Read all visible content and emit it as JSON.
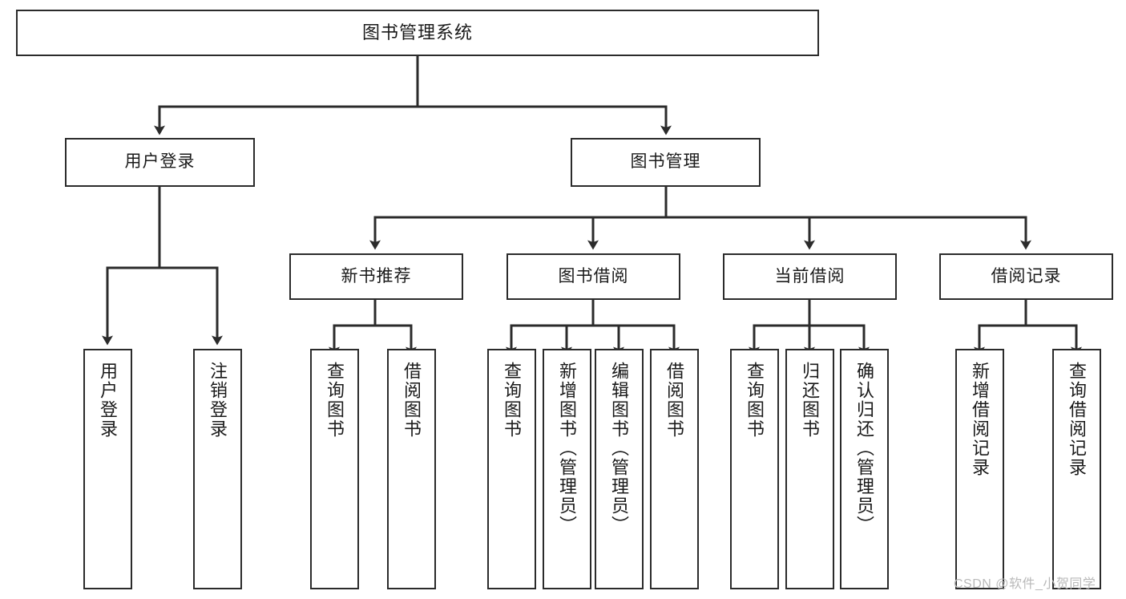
{
  "diagram": {
    "title": "图书管理系统",
    "watermark": "CSDN @软件_小贺同学",
    "colors": {
      "box_border": "#2b2b2b",
      "box_fill": "#ffffff",
      "connector": "#2b2b2b",
      "text": "#1a1a1a",
      "watermark": "#b9b9b9"
    },
    "nodes": {
      "root": {
        "label": "图书管理系统"
      },
      "level2": [
        {
          "label": "用户登录"
        },
        {
          "label": "图书管理"
        }
      ],
      "level3": [
        {
          "label": "新书推荐"
        },
        {
          "label": "图书借阅"
        },
        {
          "label": "当前借阅"
        },
        {
          "label": "借阅记录"
        }
      ],
      "leaves_user_login": [
        {
          "label": "用户登录"
        },
        {
          "label": "注销登录"
        }
      ],
      "leaves_new_book": [
        {
          "label": "查询图书"
        },
        {
          "label": "借阅图书"
        }
      ],
      "leaves_borrow": [
        {
          "label": "查询图书"
        },
        {
          "label": "新增图书（管理员）"
        },
        {
          "label": "编辑图书（管理员）"
        },
        {
          "label": "借阅图书"
        }
      ],
      "leaves_current": [
        {
          "label": "查询图书"
        },
        {
          "label": "归还图书"
        },
        {
          "label": "确认归还（管理员）"
        }
      ],
      "leaves_record": [
        {
          "label": "新增借阅记录"
        },
        {
          "label": "查询借阅记录"
        }
      ]
    }
  }
}
